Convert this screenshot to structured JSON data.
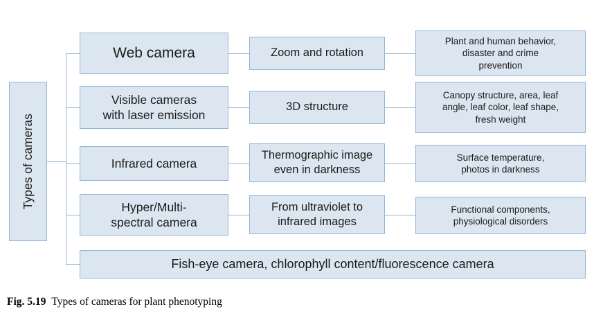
{
  "figure": {
    "root": "Types of cameras",
    "rows": [
      {
        "camera": "Web camera",
        "function": "Zoom and rotation",
        "application": "Plant and human behavior, disaster and crime prevention"
      },
      {
        "camera": "Visible cameras with laser emission",
        "function": "3D structure",
        "application": "Canopy structure, area, leaf angle, leaf color, leaf shape, fresh weight"
      },
      {
        "camera": "Infrared camera",
        "function": "Thermographic image even in darkness",
        "application": "Surface temperature, photos in darkness"
      },
      {
        "camera": "Hyper/Multi-spectral camera",
        "function": "From ultraviolet to infrared images",
        "application": "Functional components, physiological disorders"
      }
    ],
    "bottom_row": "Fish-eye camera, chlorophyll content/fluorescence camera",
    "caption": {
      "label": "Fig. 5.19",
      "text": "Types of cameras for plant phenotyping"
    }
  },
  "colors": {
    "box_fill": "#dce6f1",
    "box_border": "#95b3d7",
    "connector": "#95b3d7"
  }
}
